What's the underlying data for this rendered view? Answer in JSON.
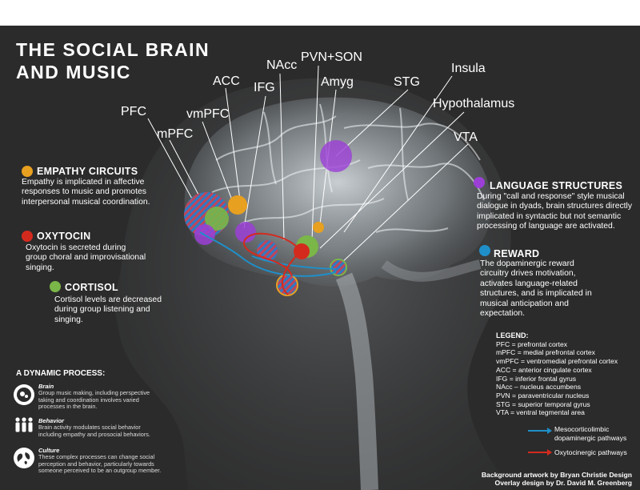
{
  "title": {
    "line1": "THE SOCIAL BRAIN",
    "line2": "AND MUSIC"
  },
  "region_labels": {
    "pfc": "PFC",
    "mpfc": "mPFC",
    "vmpfc": "vmPFC",
    "acc": "ACC",
    "ifg": "IFG",
    "nacc": "NAcc",
    "pvn_son": "PVN+SON",
    "amyg": "Amyg",
    "stg": "STG",
    "insula": "Insula",
    "hypothalamus": "Hypothalamus",
    "vta": "VTA"
  },
  "sections": {
    "empathy": {
      "heading": "EMPATHY CIRCUITS",
      "body": [
        "Empathy is implicated in affective",
        "responses to music and promotes",
        "interpersonal musical coordination."
      ],
      "color": "#e8a020"
    },
    "oxytocin": {
      "heading": "OXYTOCIN",
      "body": [
        "Oxytocin is secreted during",
        "group choral and improvisational",
        "singing."
      ],
      "color": "#d42a1e"
    },
    "cortisol": {
      "heading": "CORTISOL",
      "body": [
        "Cortisol levels are decreased",
        "during group listening and",
        "singing."
      ],
      "color": "#7ab648"
    },
    "language": {
      "heading": "LANGUAGE STRUCTURES",
      "body": [
        "During \"call and response\" style musical",
        "dialogue in dyads, brain structures directly",
        "implicated in syntactic but not semantic",
        "processing of language are activated."
      ],
      "color": "#9b3fd6"
    },
    "reward": {
      "heading": "REWARD",
      "body": [
        "The dopaminergic reward",
        "circuitry drives motivation,",
        "activates language-related",
        "structures, and is implicated in",
        "musical anticipation and",
        "expectation."
      ],
      "color": "#1f8fc9"
    }
  },
  "legend": {
    "title": "LEGEND:",
    "items": [
      "PFC = prefrontal cortex",
      "mPFC = medial prefrontal cortex",
      "vmPFC = ventromedial prefrontal cortex",
      "ACC = anterior cingulate cortex",
      "IFG = inferior frontal gyrus",
      "NAcc – nucleus accumbens",
      "PVN = paraventricular nucleus",
      "STG = superior temporal gyrus",
      "VTA = ventral tegmental area"
    ],
    "pathways": [
      {
        "label": [
          "Mesocorticolimbic",
          "dopaminergic pathways"
        ],
        "color": "#1f8fc9"
      },
      {
        "label": [
          "Oxytocinergic pathways"
        ],
        "color": "#d42a1e"
      }
    ]
  },
  "dynamic": {
    "title": "A DYNAMIC PROCESS:",
    "items": [
      {
        "icon": "brain-gears-icon",
        "title": "Brain",
        "body": [
          "Group music making, including perspective",
          "taking and coordination involves varied",
          "processes in the brain."
        ]
      },
      {
        "icon": "people-icon",
        "title": "Behavior",
        "body": [
          "Brain activity modulates social behavior",
          "including empathy and prosocial behaviors."
        ]
      },
      {
        "icon": "globe-icon",
        "title": "Culture",
        "body": [
          "These complex processes can change social",
          "perception and behavior, particularly towards",
          "someone perceived to be an outgroup member."
        ]
      }
    ]
  },
  "credits": [
    "Background artwork by Bryan Christie Design",
    "Overlay design by Dr. David M. Greenberg"
  ]
}
